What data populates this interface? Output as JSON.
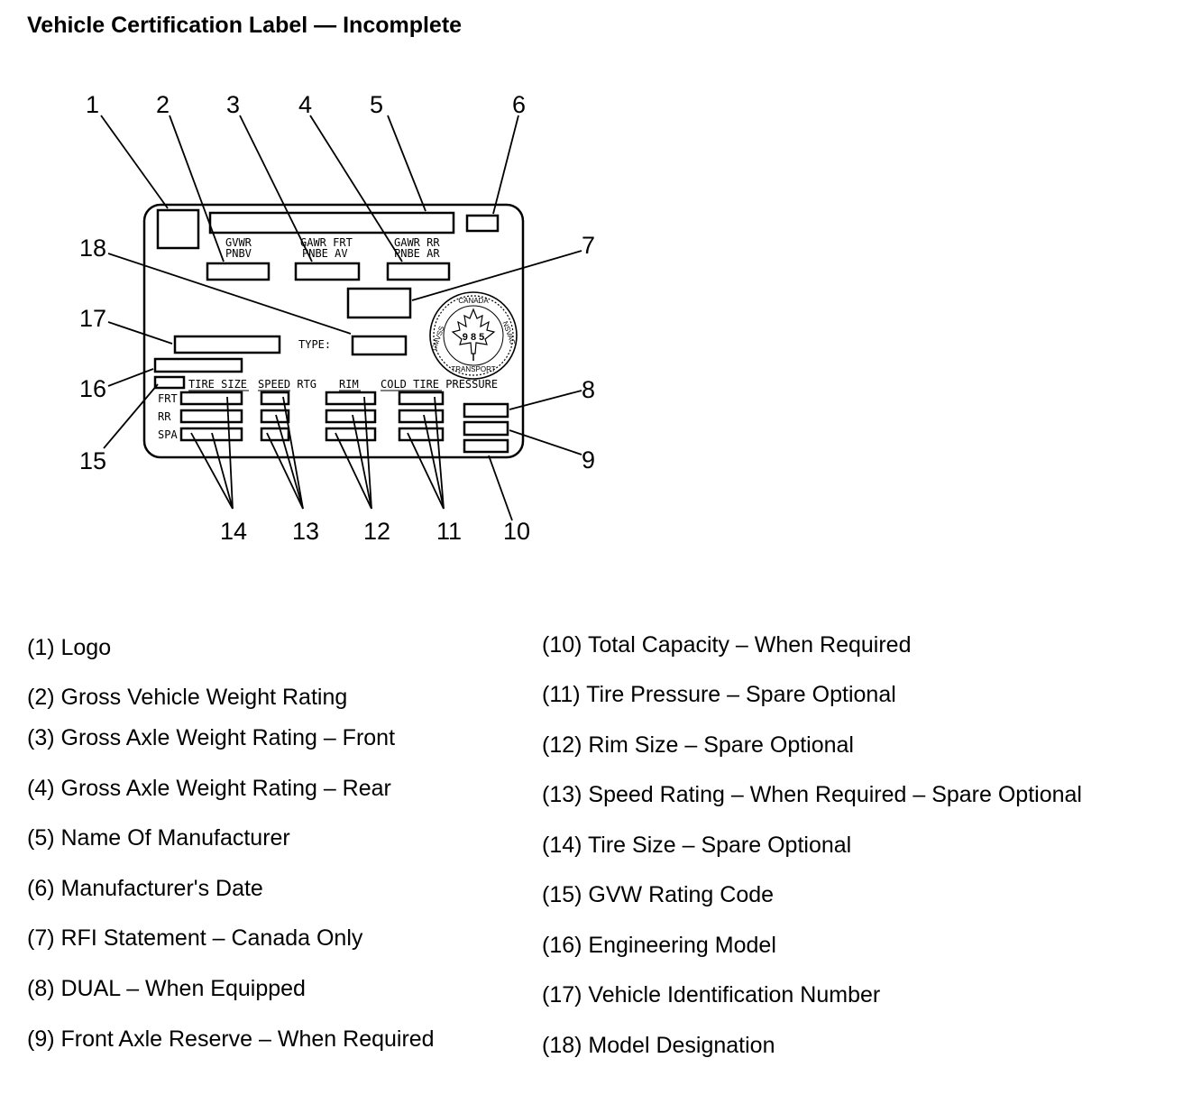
{
  "title": "Vehicle Certification Label — Incomplete",
  "callouts": [
    "1",
    "2",
    "3",
    "4",
    "5",
    "6",
    "7",
    "8",
    "9",
    "10",
    "11",
    "12",
    "13",
    "14",
    "15",
    "16",
    "17",
    "18"
  ],
  "label_text": {
    "gvwr": [
      "GVWR",
      "PNBV"
    ],
    "gawr_frt": [
      "GAWR FRT",
      "PNBE AV"
    ],
    "gawr_rr": [
      "GAWR RR",
      "PNBE AR"
    ],
    "type": "TYPE:",
    "tire_size": "TIRE SIZE",
    "speed_rtg": "SPEED RTG",
    "rim": "RIM",
    "cold_tire_pressure": "COLD TIRE PRESSURE",
    "rows": [
      "FRT",
      "RR",
      "SPA"
    ]
  },
  "seal": {
    "top": "CANADA",
    "bottom": "TRANSPORT",
    "left": "CMVSS",
    "right": "NSVAC",
    "number": "9 8 5"
  },
  "legend_left": [
    "(1) Logo",
    "(2) Gross Vehicle Weight Rating",
    "(3) Gross Axle Weight Rating – Front",
    "(4) Gross Axle Weight Rating – Rear",
    "(5) Name Of Manufacturer",
    "(6) Manufacturer's Date",
    "(7) RFI Statement – Canada Only",
    "(8) DUAL – When Equipped",
    "(9) Front Axle Reserve – When Required"
  ],
  "legend_right": [
    "(10) Total Capacity – When Required",
    "(11) Tire Pressure – Spare Optional",
    "(12) Rim Size – Spare Optional",
    "(13) Speed Rating – When Required – Spare Optional",
    "(14) Tire Size – Spare Optional",
    "(15) GVW Rating Code",
    "(16) Engineering Model",
    "(17) Vehicle Identification Number",
    "(18) Model Designation"
  ]
}
